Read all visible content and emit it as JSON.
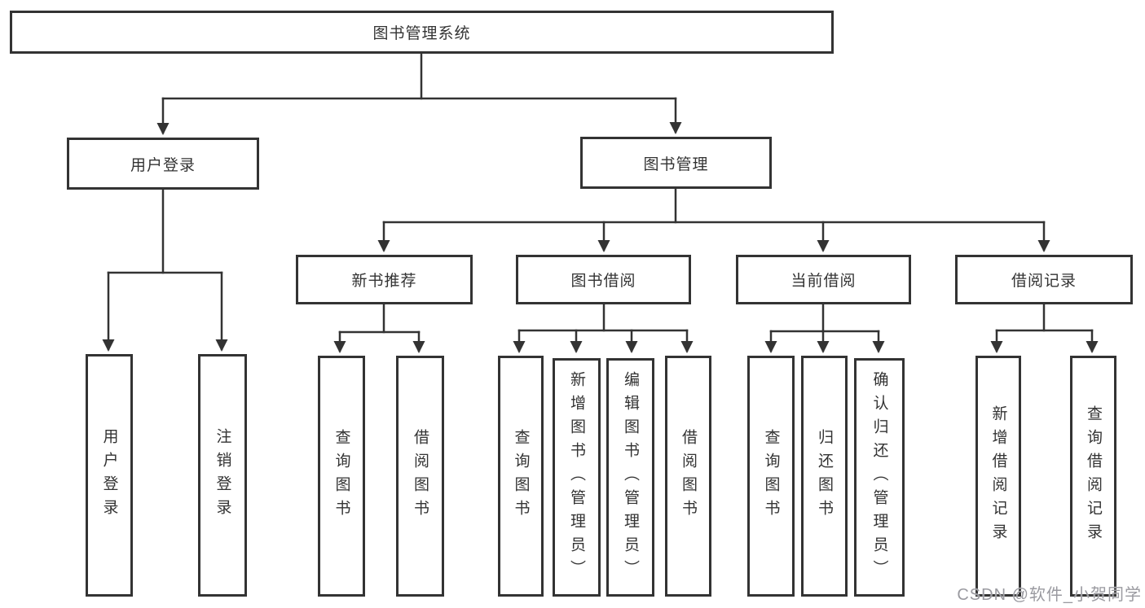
{
  "diagram": {
    "title": "图书管理系统",
    "root": {
      "label": "图书管理系统"
    },
    "branches": {
      "user_login": {
        "label": "用户登录",
        "children": [
          {
            "label": "用户登录"
          },
          {
            "label": "注销登录"
          }
        ]
      },
      "book_mgmt": {
        "label": "图书管理",
        "children": [
          {
            "label": "新书推荐",
            "children": [
              {
                "label": "查询图书"
              },
              {
                "label": "借阅图书"
              }
            ]
          },
          {
            "label": "图书借阅",
            "children": [
              {
                "label": "查询图书"
              },
              {
                "label": "新增图书（管理员）"
              },
              {
                "label": "编辑图书（管理员）"
              },
              {
                "label": "借阅图书"
              }
            ]
          },
          {
            "label": "当前借阅",
            "children": [
              {
                "label": "查询图书"
              },
              {
                "label": "归还图书"
              },
              {
                "label": "确认归还（管理员）"
              }
            ]
          },
          {
            "label": "借阅记录",
            "children": [
              {
                "label": "新增借阅记录"
              },
              {
                "label": "查询借阅记录"
              }
            ]
          }
        ]
      }
    },
    "colors": {
      "line": "#333333",
      "box_border": "#333333",
      "box_fill": "#ffffff",
      "text": "#333333",
      "watermark": "#9a9aa0"
    },
    "watermark": "CSDN @软件_小贺同学"
  }
}
